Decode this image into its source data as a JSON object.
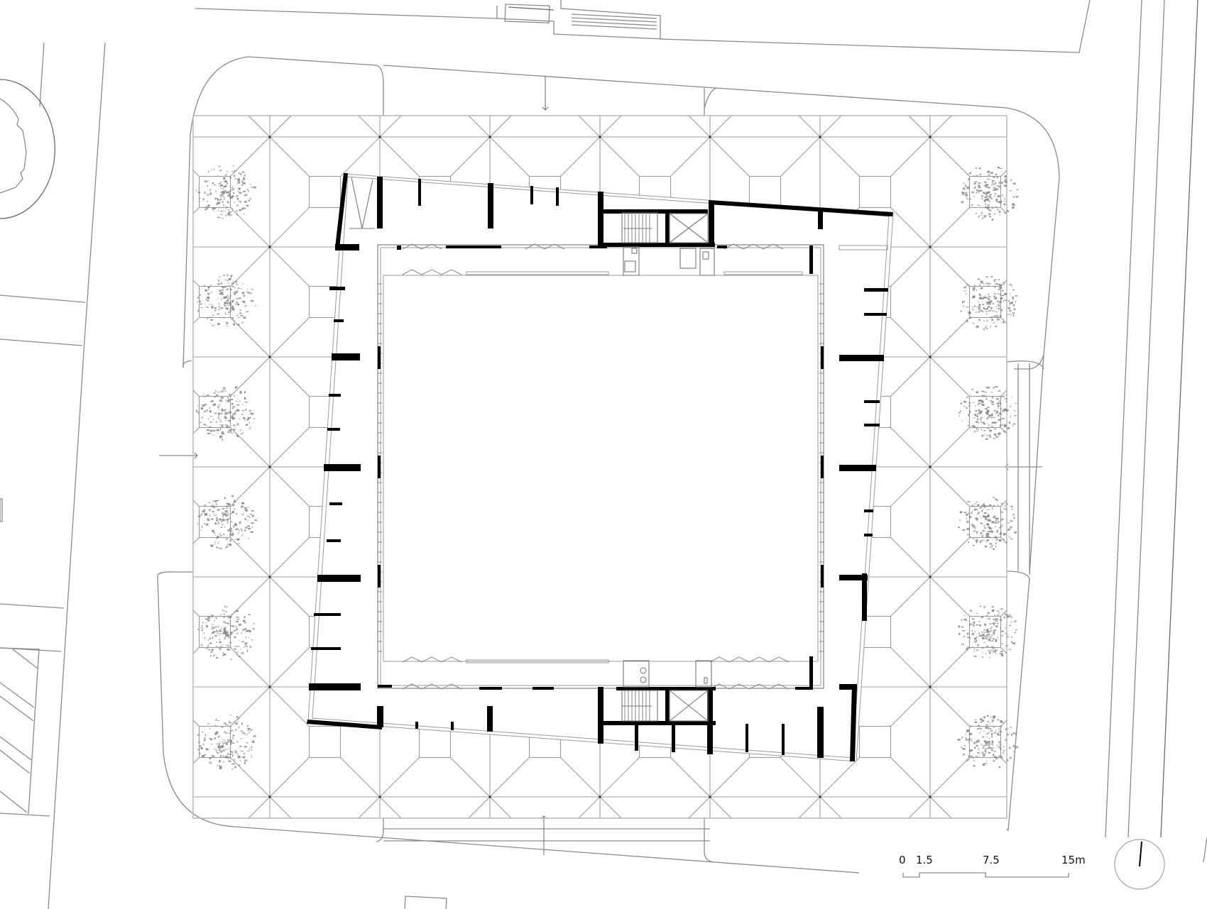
{
  "drawing": {
    "type": "architectural-floor-plan",
    "view": "ground floor plan with surrounding plaza and streets"
  },
  "scale_bar": {
    "labels": [
      "0",
      "1.5",
      "7.5",
      "15m"
    ],
    "unit": "m"
  },
  "north_arrow": {
    "icon": "north-arrow-icon"
  },
  "plaza": {
    "grid_columns": 7,
    "grid_rows": 7,
    "tree_count": 12,
    "tree_positions": [
      "left column x6",
      "right column x6"
    ]
  },
  "building": {
    "cores": [
      "north stair core with elevator",
      "south stair core with elevator"
    ],
    "courtyard": "central open courtyard"
  },
  "colors": {
    "walls": "#000000",
    "grid_lines": "#bdbdbd",
    "site_lines": "#8a8a8a",
    "trees": "#8a8a8a",
    "background": "#ffffff"
  }
}
